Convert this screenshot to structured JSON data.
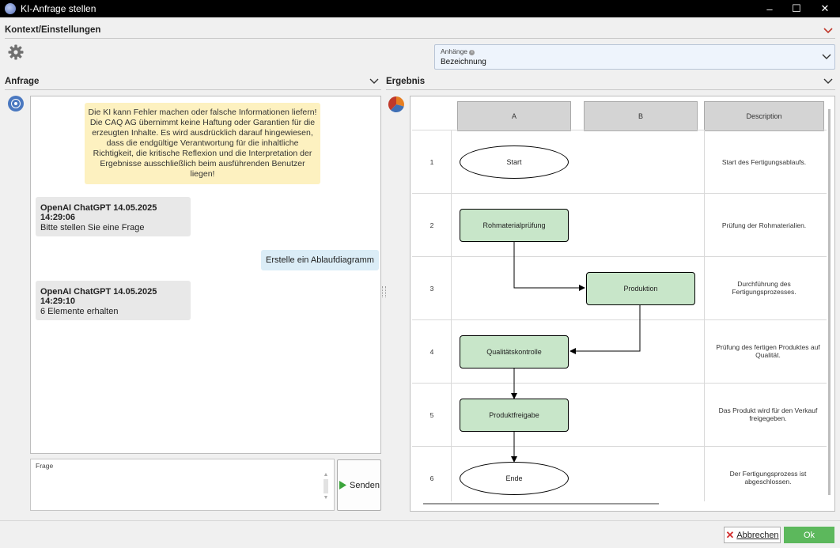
{
  "window": {
    "title": "KI-Anfrage stellen"
  },
  "context": {
    "title": "Kontext/Einstellungen"
  },
  "attachments": {
    "label": "Anhänge",
    "value": "Bezeichnung"
  },
  "request": {
    "title": "Anfrage",
    "disclaimer": "Die KI kann Fehler machen oder falsche Informationen liefern! Die CAQ AG übernimmt keine Haftung oder Garantien für die erzeugten Inhalte. Es wird ausdrücklich darauf hingewiesen, dass die endgültige Verantwortung für die inhaltliche Richtigkeit, die kritische Reflexion und die Interpretation der Ergebnisse ausschließlich beim ausführenden Benutzer liegen!",
    "messages": [
      {
        "sender": "OpenAI ChatGPT 14.05.2025 14:29:06",
        "text": "Bitte stellen Sie eine Frage"
      },
      {
        "user_text": "Erstelle ein Ablaufdiagramm"
      },
      {
        "sender": "OpenAI ChatGPT 14.05.2025 14:29:10",
        "text": "6 Elemente erhalten"
      }
    ],
    "input_placeholder": "Frage",
    "send_label": "Senden"
  },
  "result": {
    "title": "Ergebnis",
    "columns": [
      "A",
      "B",
      "Description"
    ],
    "rows": [
      {
        "num": "1",
        "node": "Start",
        "desc": "Start des Fertigungsablaufs."
      },
      {
        "num": "2",
        "node": "Rohmaterialprüfung",
        "desc": "Prüfung der Rohmaterialien."
      },
      {
        "num": "3",
        "node": "Produktion",
        "desc": "Durchführung des Fertigungsprozesses."
      },
      {
        "num": "4",
        "node": "Qualitätskontrolle",
        "desc": "Prüfung des fertigen Produktes auf Qualität."
      },
      {
        "num": "5",
        "node": "Produktfreigabe",
        "desc": "Das Produkt wird für den Verkauf freigegeben."
      },
      {
        "num": "6",
        "node": "Ende",
        "desc": "Der Fertigungsprozess ist abgeschlossen."
      }
    ]
  },
  "footer": {
    "cancel_label": "Abbrechen",
    "ok_label": "Ok"
  },
  "colors": {
    "node_fill": "#c8e6c9",
    "accent_red": "#c0392b",
    "ok_green": "#5cb85c"
  }
}
